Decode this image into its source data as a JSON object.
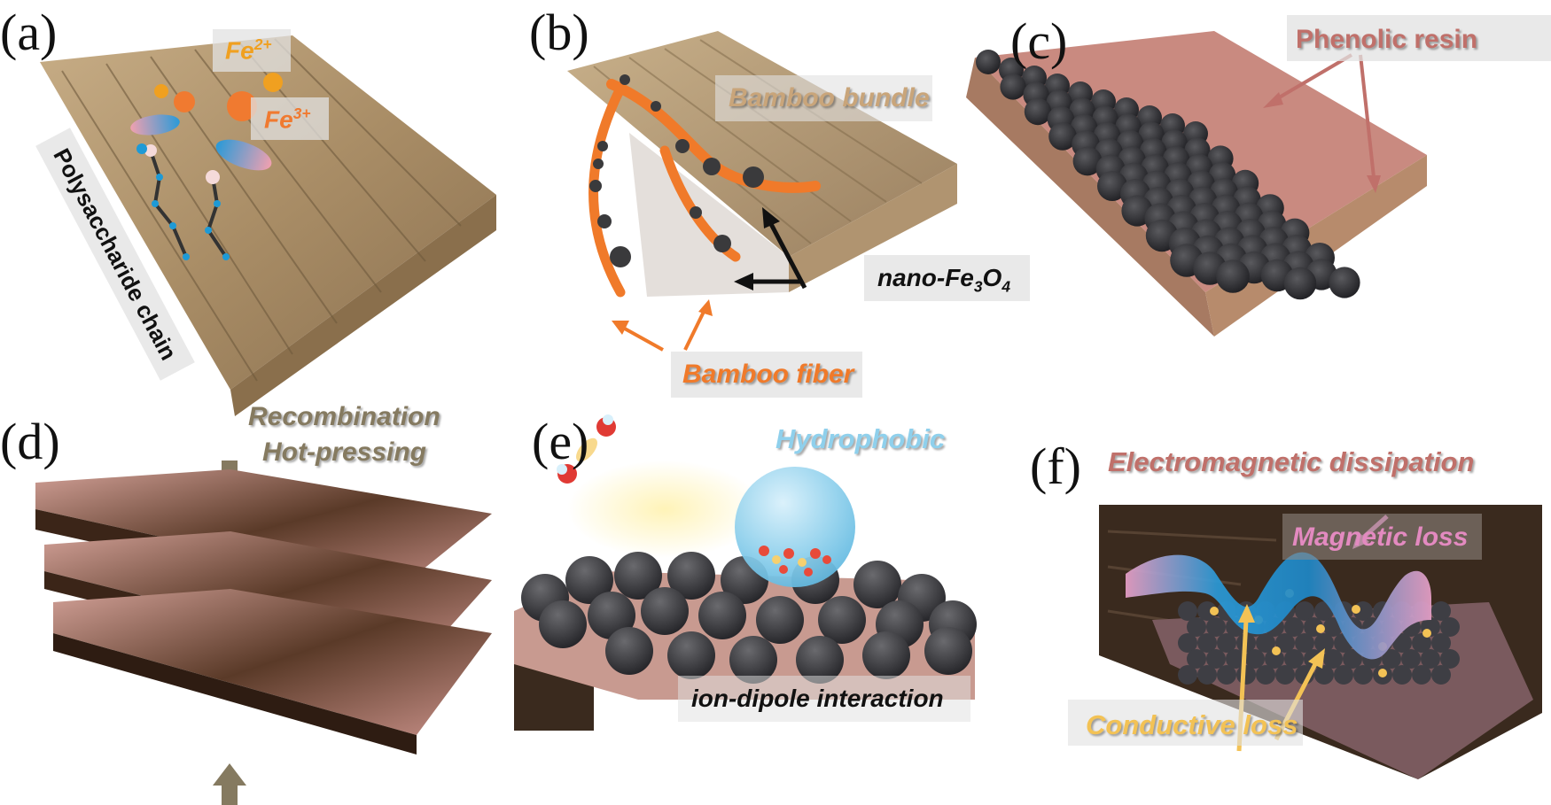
{
  "figure": {
    "panels": [
      {
        "id": "a",
        "letter": "(a)",
        "labels": {
          "fe2": "Fe",
          "fe2_charge": "2+",
          "fe3": "Fe",
          "fe3_charge": "3+",
          "chain": "Polysaccharide chain"
        }
      },
      {
        "id": "b",
        "letter": "(b)",
        "labels": {
          "bundle": "Bamboo bundle",
          "nano_prefix": "nano-Fe",
          "nano_sub1": "3",
          "nano_mid": "O",
          "nano_sub2": "4",
          "fiber": "Bamboo fiber"
        }
      },
      {
        "id": "c",
        "letter": "(c)",
        "labels": {
          "resin": "Phenolic resin"
        }
      },
      {
        "id": "d",
        "letter": "(d)",
        "labels": {
          "line1": "Recombination",
          "line2": "Hot-pressing"
        }
      },
      {
        "id": "e",
        "letter": "(e)",
        "labels": {
          "hydrophobic": "Hydrophobic",
          "ion_dipole": "ion-dipole interaction"
        }
      },
      {
        "id": "f",
        "letter": "(f)",
        "labels": {
          "title": "Electromagnetic dissipation",
          "magnetic": "Magnetic loss",
          "conductive": "Conductive loss"
        }
      }
    ],
    "colors": {
      "wood": "#b89c74",
      "wood_dark": "#7d6545",
      "fe2": "#f0a020",
      "fe3": "#f07a30",
      "fiber": "#f07a2a",
      "particle": "#3a3a3c",
      "resin": "#c98a80",
      "resin_text": "#c0706a",
      "press_arrow": "#857a60",
      "hydrophobic": "#8fd0ec",
      "magnetic": "#e38ac0",
      "conductive": "#f3c255",
      "charred": "#3a2a1e"
    }
  }
}
